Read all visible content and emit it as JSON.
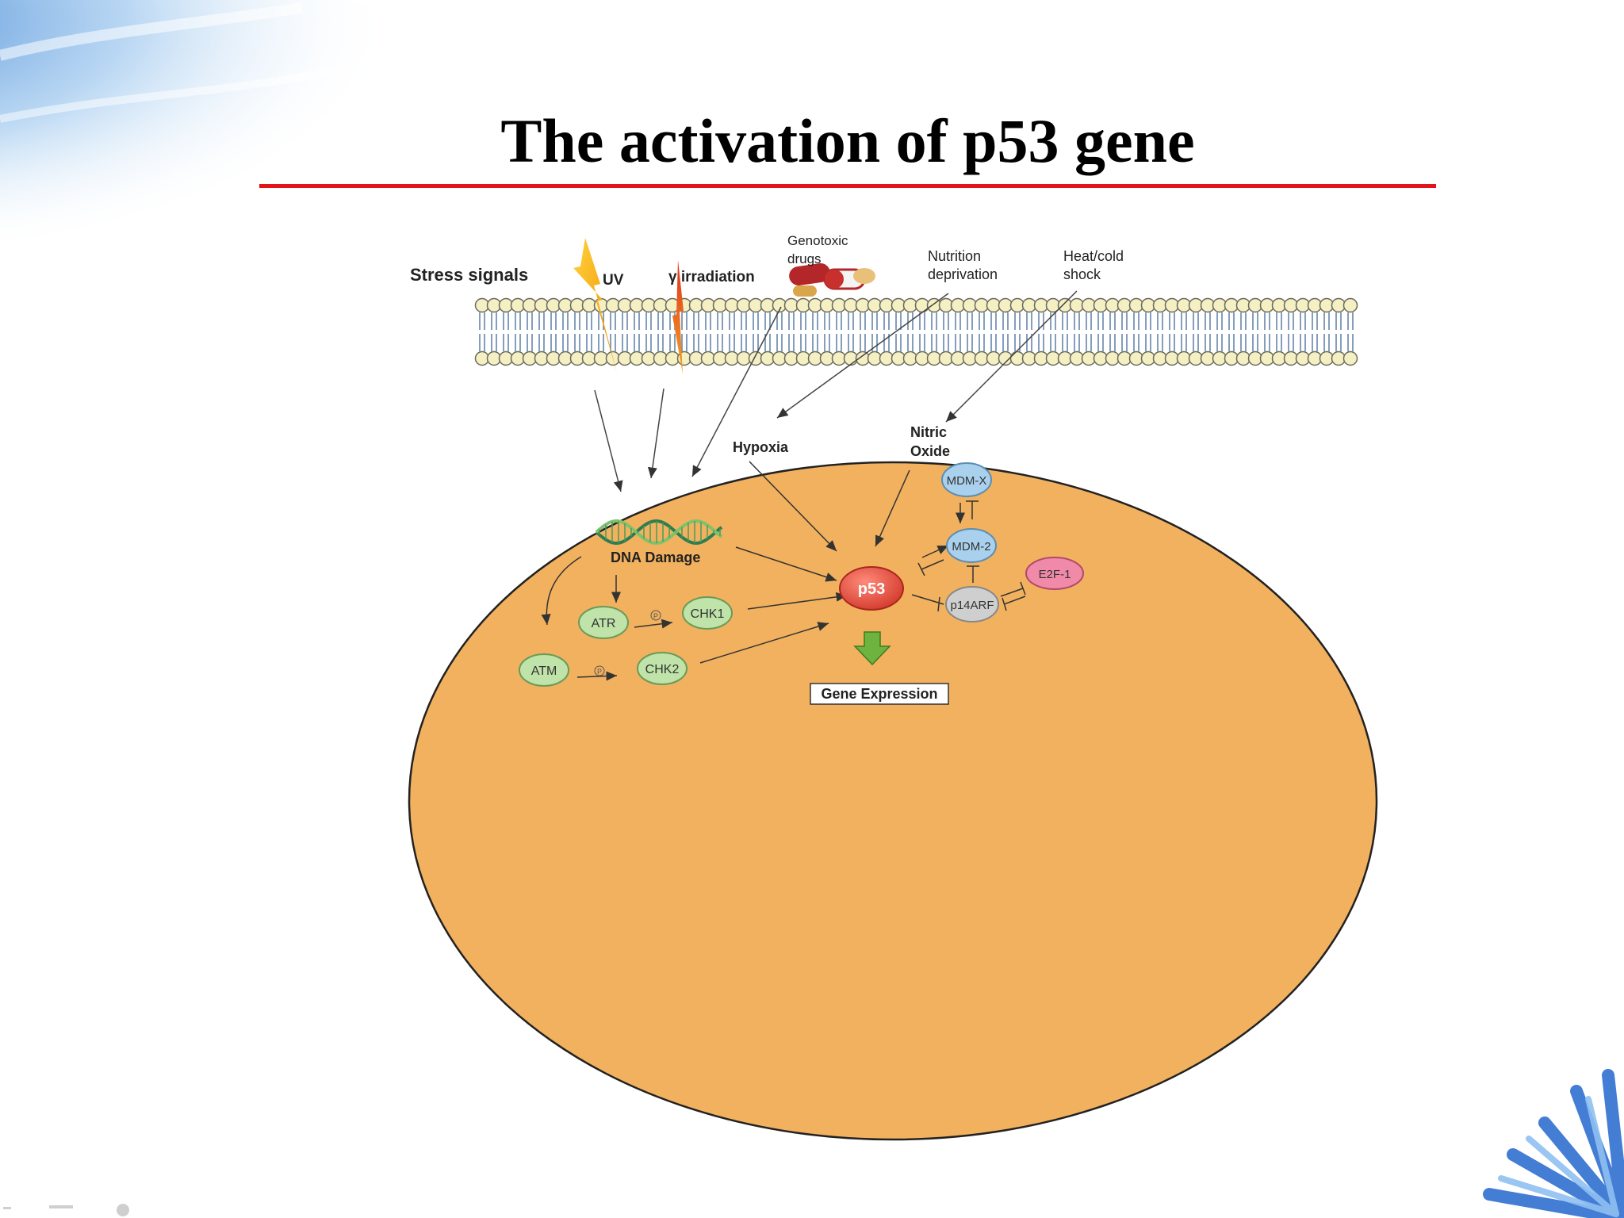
{
  "slide": {
    "title": "The activation of p53 gene",
    "accent_color": "#e3151b"
  },
  "diagram": {
    "stress_label": "Stress signals",
    "stimuli": {
      "uv": "UV",
      "gamma": "γ irradiation",
      "genotoxic_1": "Genotoxic",
      "genotoxic_2": "drugs",
      "nutrition_1": "Nutrition",
      "nutrition_2": "deprivation",
      "heat_1": "Heat/cold",
      "heat_2": "shock"
    },
    "intermediates": {
      "hypoxia": "Hypoxia",
      "nitric_1": "Nitric",
      "nitric_2": "Oxide",
      "dna_damage": "DNA Damage"
    },
    "nodes": {
      "atr": "ATR",
      "atm": "ATM",
      "chk1": "CHK1",
      "chk2": "CHK2",
      "p53": "p53",
      "mdmx": "MDM-X",
      "mdm2": "MDM-2",
      "p14arf": "p14ARF",
      "e2f1": "E2F-1",
      "phospho": "P"
    },
    "output": "Gene Expression",
    "colors": {
      "cell": "#f2b15e",
      "p53": "#e0453a",
      "kinase": "#bfe3a8",
      "mdm": "#a9d1ee",
      "arf": "#cfcfcf",
      "e2f": "#f08aa8",
      "membrane_head": "#f5f0c4"
    }
  }
}
